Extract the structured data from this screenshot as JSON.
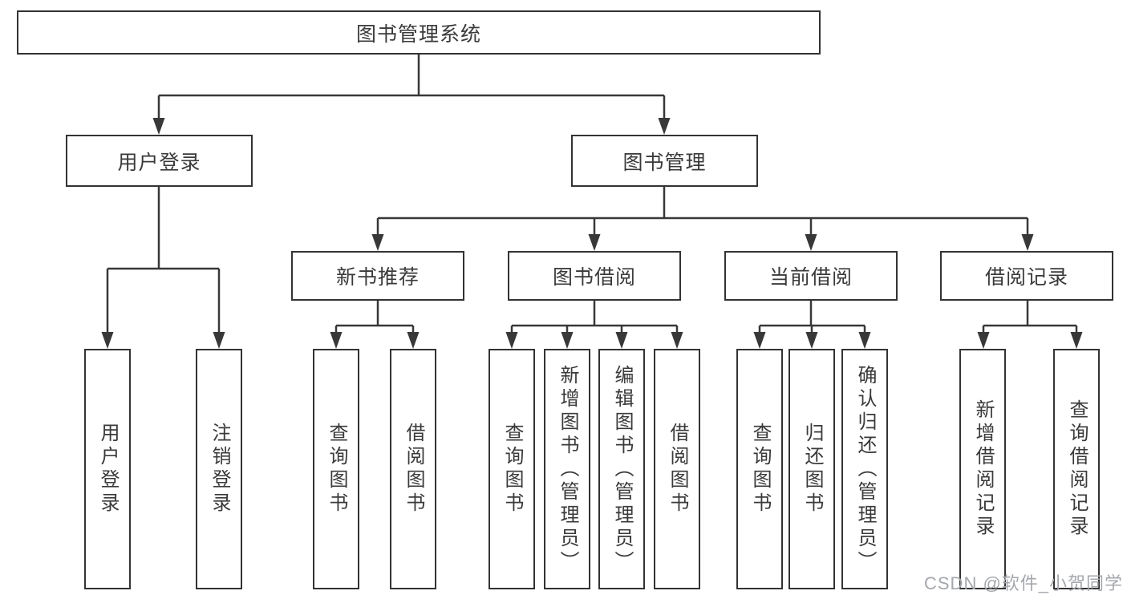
{
  "org_tree": {
    "label": "图书管理系统",
    "children": [
      {
        "label": "用户登录",
        "children": [
          {
            "label": "用户登录"
          },
          {
            "label": "注销登录"
          }
        ]
      },
      {
        "label": "图书管理",
        "children": [
          {
            "label": "新书推荐",
            "children": [
              {
                "label": "查询图书"
              },
              {
                "label": "借阅图书"
              }
            ]
          },
          {
            "label": "图书借阅",
            "children": [
              {
                "label": "查询图书"
              },
              {
                "label": "新增图书（管理员）"
              },
              {
                "label": "编辑图书（管理员）"
              },
              {
                "label": "借阅图书"
              }
            ]
          },
          {
            "label": "当前借阅",
            "children": [
              {
                "label": "查询图书"
              },
              {
                "label": "归还图书"
              },
              {
                "label": "确认归还（管理员）"
              }
            ]
          },
          {
            "label": "借阅记录",
            "children": [
              {
                "label": "新增借阅记录"
              },
              {
                "label": "查询借阅记录"
              }
            ]
          }
        ]
      }
    ]
  },
  "watermark": {
    "text": "CSDN @软件_小贺同学"
  },
  "colors": {
    "line": "#383838",
    "border": "#333333",
    "text": "#3a3a3a",
    "watermark": "#a4a7ac",
    "background": "#ffffff"
  }
}
